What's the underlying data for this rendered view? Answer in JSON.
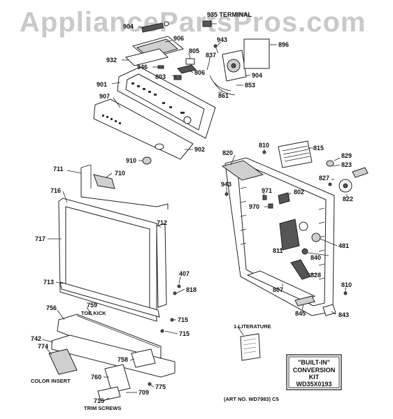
{
  "watermark": "AppliancePartsPros.com",
  "callouts": {
    "p935": "935 TERMINAL",
    "p904a": "904",
    "p906": "906",
    "p943a": "943",
    "p896": "896",
    "p932": "932",
    "p805": "805",
    "p837": "837",
    "p946": "946",
    "p806": "806",
    "p904b": "904",
    "p803": "803",
    "p901": "901",
    "p853": "853",
    "p861": "861",
    "p907": "907",
    "p902": "902",
    "p910": "910",
    "p810a": "810",
    "p815": "815",
    "p820": "820",
    "p829": "829",
    "p823": "823",
    "p711": "711",
    "p710": "710",
    "p943b": "943",
    "p971": "971",
    "p802": "802",
    "p827": "827",
    "p716": "716",
    "p822": "822",
    "p970": "970",
    "p712": "712",
    "p717": "717",
    "p811": "811",
    "p481": "481",
    "p840": "840",
    "p407": "407",
    "p828": "828",
    "p713": "713",
    "p818": "818",
    "p807": "807",
    "p810b": "810",
    "p756": "756",
    "p759": "759",
    "toekick": "TOE KICK",
    "p845": "845",
    "p843": "843",
    "p715a": "715",
    "p715b": "715",
    "p742": "742",
    "p774": "774",
    "literature": "1-LITERATURE",
    "p758": "758",
    "colorinsert": "COLOR INSERT",
    "p760": "760",
    "p775": "775",
    "p709": "709",
    "p715c": "715",
    "trimscrews": "TRIM SCREWS",
    "artno": "(ART NO. WD7983) C5"
  },
  "kit": {
    "line1": "\"BUILT-IN\"",
    "line2": "CONVERSION",
    "line3": "KIT",
    "line4": "WD35X0193"
  }
}
